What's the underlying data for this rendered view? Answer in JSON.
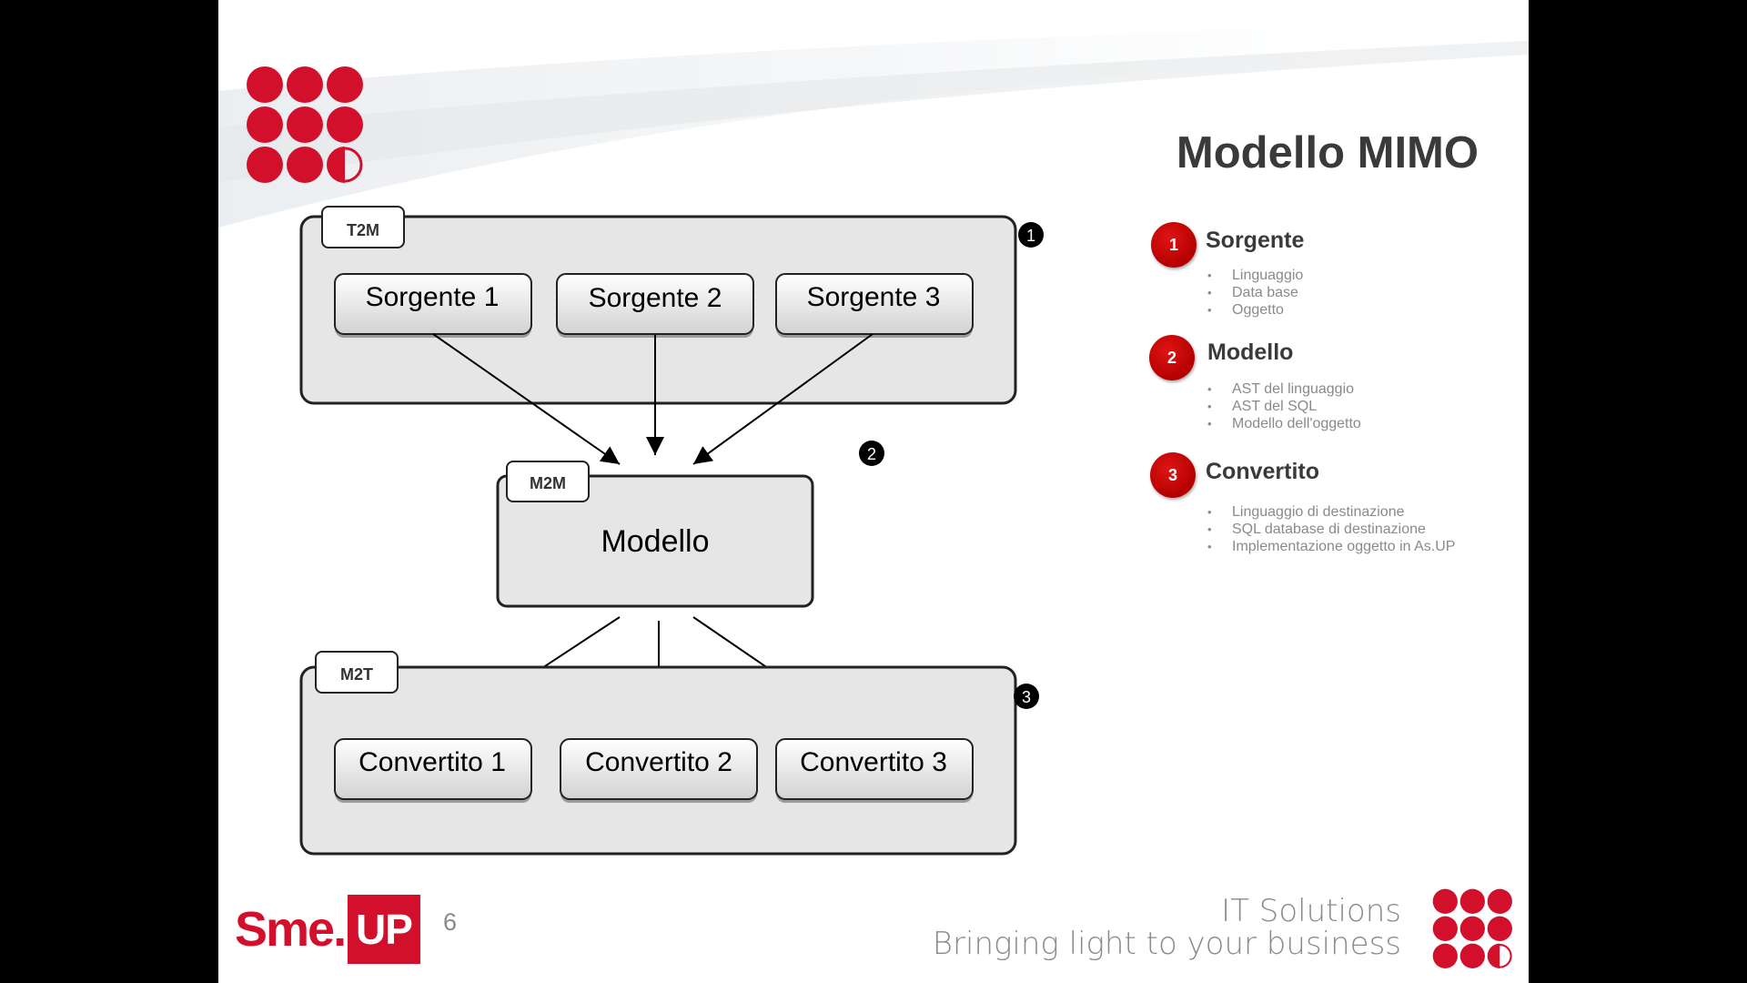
{
  "slide": {
    "title": "Modello MIMO",
    "page_number": "6"
  },
  "diagram": {
    "groups": {
      "t2m": "T2M",
      "m2m": "M2M",
      "m2t": "M2T"
    },
    "sources": [
      "Sorgente 1",
      "Sorgente 2",
      "Sorgente 3"
    ],
    "model": "Modello",
    "outputs": [
      "Convertito 1",
      "Convertito 2",
      "Convertito 3"
    ],
    "markers": [
      "1",
      "2",
      "3"
    ]
  },
  "legend": {
    "sections": [
      {
        "number": "1",
        "title": "Sorgente",
        "items": [
          "Linguaggio",
          "Data base",
          "Oggetto"
        ]
      },
      {
        "number": "2",
        "title": "Modello",
        "items": [
          "AST del linguaggio",
          "AST del SQL",
          "Modello dell'oggetto"
        ]
      },
      {
        "number": "3",
        "title": "Convertito",
        "items": [
          "Linguaggio di destinazione",
          "SQL database di destinazione",
          "Implementazione oggetto in As.UP"
        ]
      }
    ]
  },
  "footer": {
    "brand_left": "Sme.",
    "brand_right": "UP",
    "tagline_1": "IT Solutions",
    "tagline_2": "Bringing light to your business"
  },
  "colors": {
    "brand_red": "#d3102c",
    "box_fill": "#e6e6e6",
    "text_gray": "#8a8a8a",
    "title_gray": "#3a3a3a"
  },
  "icons": {
    "top_logo": "dot-grid-logo-icon",
    "bottom_logo": "dot-grid-logo-icon"
  }
}
